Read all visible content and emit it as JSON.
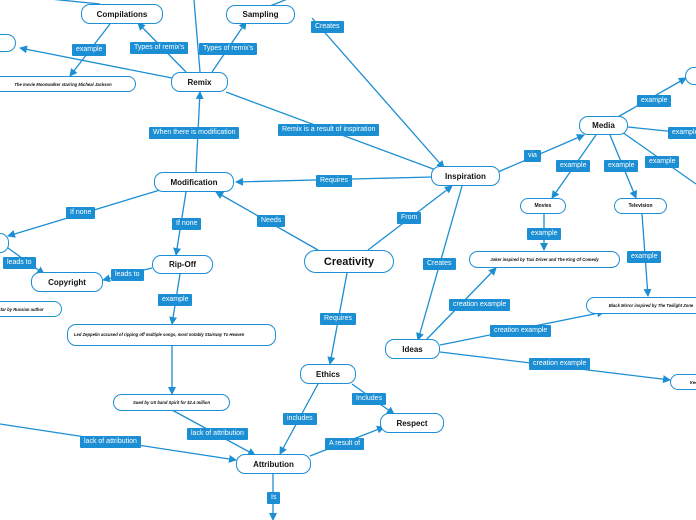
{
  "nodes": {
    "creativity": "Creativity",
    "inspiration": "Inspiration",
    "remix": "Remix",
    "modification": "Modification",
    "compilations": "Compilations",
    "sampling": "Sampling",
    "moonwalker": "The movie Moonwalker starring Micheal Jackson",
    "media": "Media",
    "movies": "Movies",
    "television": "Television",
    "joker": "Joker inspired by Taxi Driver and The King Of Comedy",
    "black_mirror": "Black Mirror inspired by The Twilight Zone",
    "ideas": "Ideas",
    "keep": "Keep",
    "ripoff": "Rip-Off",
    "copyright": "Copyright",
    "russian": "star by Russian author",
    "zeppelin": "Led Zeppelin accused of ripping off multiple songs, most notably Stairway To Heaven",
    "sued": "Sued by US band Spirit for $2.4 million",
    "ethics": "Ethics",
    "respect": "Respect",
    "attribution": "Attribution"
  },
  "labels": {
    "creates_top": "Creates",
    "example_left": "example",
    "types_remix_1": "Types of remix's",
    "types_remix_2": "Types of remix's",
    "remix_result": "Remix is a result of inspiration",
    "when_modification": "When there is modification",
    "via": "via",
    "example_media_top": "example",
    "example_media_right": "example",
    "example_movies": "example",
    "example_tv": "example",
    "example_media_far": "example",
    "example_joker": "example",
    "example_bm": "example",
    "requires_mod": "Requires",
    "from": "From",
    "creates_ideas": "Creates",
    "creation_example_1": "creation example",
    "creation_example_2": "creation example",
    "creation_example_3": "creation example",
    "if_none_1": "If none",
    "if_none_2": "If none",
    "needs": "Needs",
    "leads_to_1": "leads to",
    "leads_to_2": "leads to",
    "example_zeppelin": "example",
    "requires_ethics": "Requires",
    "includes_1": "Includes",
    "includes_2": "includes",
    "a_result_of": "A result of",
    "lack_attr_1": "lack of attribution",
    "lack_attr_2": "lack of attribution",
    "is": "Is"
  }
}
